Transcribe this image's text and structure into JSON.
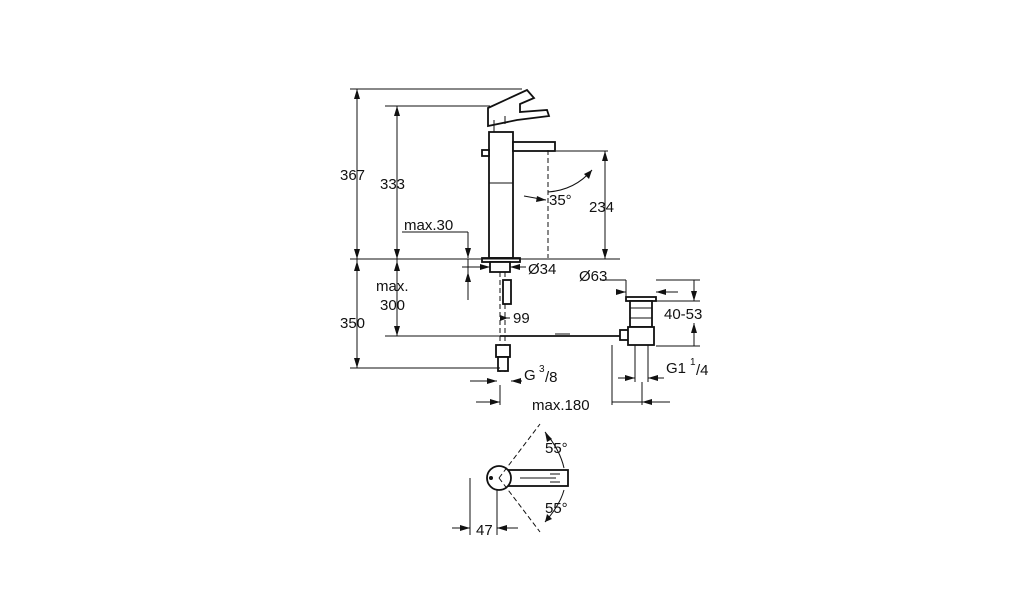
{
  "labels": {
    "h367": "367",
    "h333": "333",
    "angle35": "35°",
    "h234": "234",
    "max30": "max.30",
    "d34": "Ø34",
    "d63": "Ø63",
    "max_word": "max.",
    "v300": "300",
    "h350": "350",
    "w99": "99",
    "r40_53": "40-53",
    "g_main": "G",
    "g_sup": "3",
    "g_sub": "/8",
    "g1_main": "G1",
    "g1_sup": "1",
    "g1_sub": "/4",
    "max180": "max.180",
    "angle55_top": "55°",
    "angle55_bottom": "55°",
    "w47": "47"
  }
}
